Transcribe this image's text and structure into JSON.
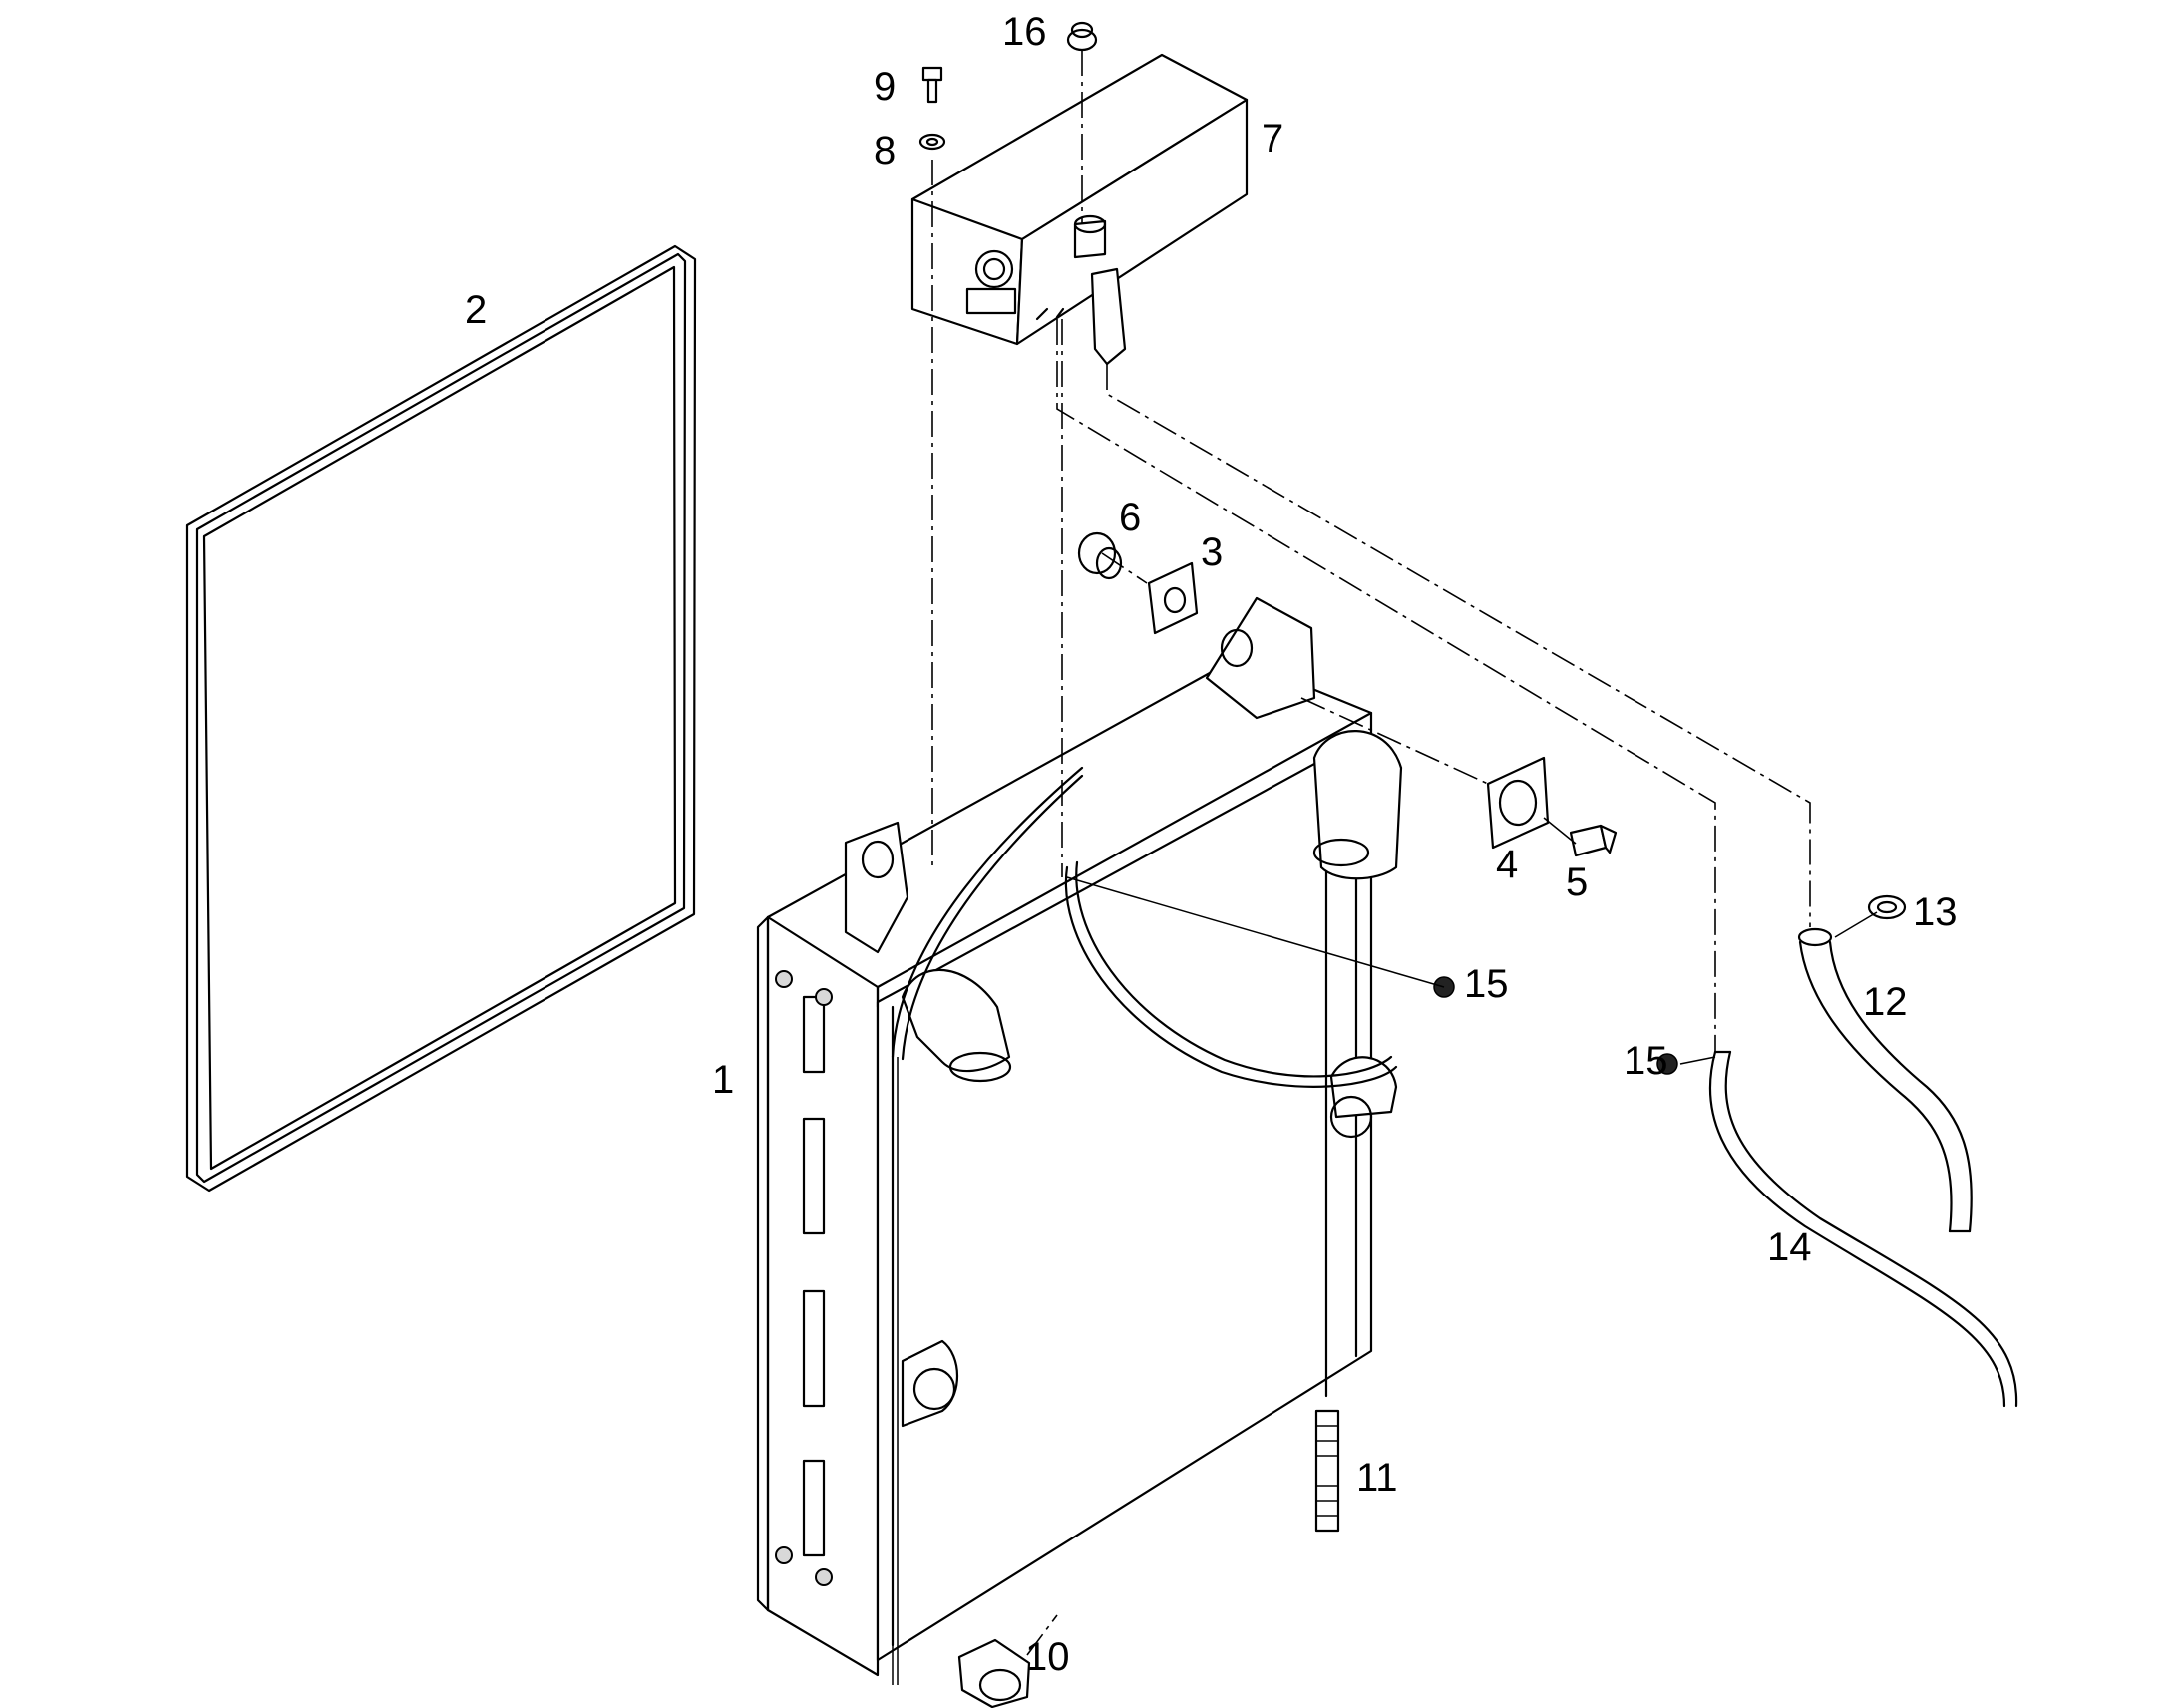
{
  "callouts": [
    "1",
    "2",
    "3",
    "4",
    "5",
    "6",
    "7",
    "8",
    "9",
    "10",
    "11",
    "12",
    "13",
    "14",
    "15",
    "15",
    "16"
  ]
}
